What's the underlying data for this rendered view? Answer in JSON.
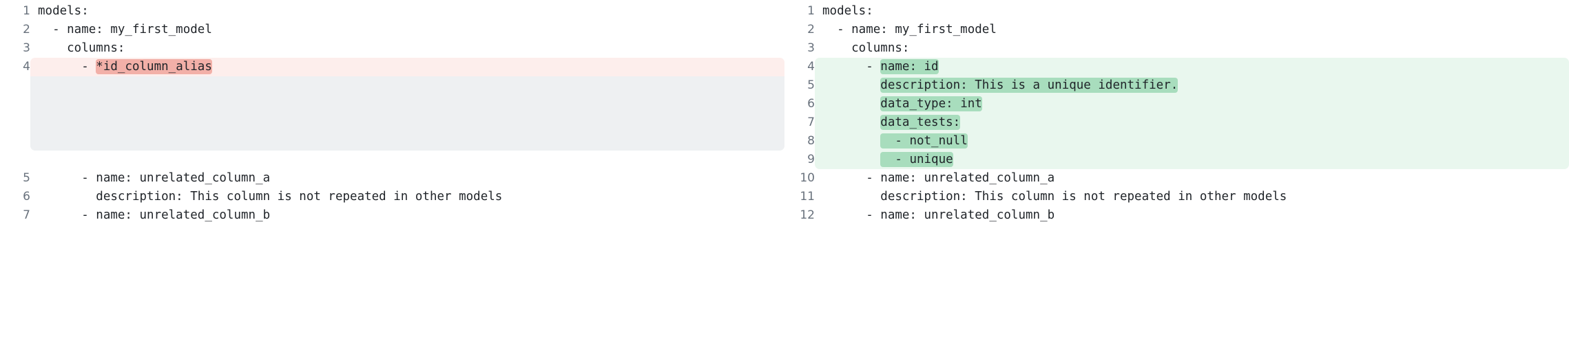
{
  "view": {
    "type": "split-diff",
    "colors": {
      "removed_row_bg": "#fdeeec",
      "removed_word_bg": "#f2b0a8",
      "added_row_bg": "#e9f7ee",
      "added_word_bg": "#a8ddbd",
      "filler_bg": "#eef0f2",
      "line_number": "#68717c",
      "code_text": "#1f2328",
      "page_bg": "#ffffff"
    }
  },
  "left_pane": {
    "name": "before",
    "lines": [
      {
        "number": "1",
        "type": "context",
        "text": "models:",
        "highlight": null
      },
      {
        "number": "2",
        "type": "context",
        "text": "  - name: my_first_model",
        "highlight": null
      },
      {
        "number": "3",
        "type": "context",
        "text": "    columns:",
        "highlight": null
      },
      {
        "number": "4",
        "type": "removed",
        "text": "      - *id_column_alias",
        "prefix": "      - ",
        "highlight": "*id_column_alias"
      },
      {
        "number": "5",
        "type": "context",
        "text": "      - name: unrelated_column_a",
        "highlight": null
      },
      {
        "number": "6",
        "type": "context",
        "text": "        description: This column is not repeated in other models",
        "highlight": null
      },
      {
        "number": "7",
        "type": "context",
        "text": "      - name: unrelated_column_b",
        "highlight": null
      }
    ],
    "filler_rows": 4
  },
  "right_pane": {
    "name": "after",
    "lines": [
      {
        "number": "1",
        "type": "context",
        "text": "models:",
        "highlight": null
      },
      {
        "number": "2",
        "type": "context",
        "text": "  - name: my_first_model",
        "highlight": null
      },
      {
        "number": "3",
        "type": "context",
        "text": "    columns:",
        "highlight": null
      },
      {
        "number": "4",
        "type": "added",
        "text": "      - name: id",
        "prefix": "      - ",
        "highlight": "name: id"
      },
      {
        "number": "5",
        "type": "added",
        "text": "        description: This is a unique identifier.",
        "prefix": "        ",
        "highlight": "description: This is a unique identifier."
      },
      {
        "number": "6",
        "type": "added",
        "text": "        data_type: int",
        "prefix": "        ",
        "highlight": "data_type: int"
      },
      {
        "number": "7",
        "type": "added",
        "text": "        data_tests:",
        "prefix": "        ",
        "highlight": "data_tests:"
      },
      {
        "number": "8",
        "type": "added",
        "text": "          - not_null",
        "prefix": "        ",
        "highlight": "  - not_null"
      },
      {
        "number": "9",
        "type": "added",
        "text": "          - unique",
        "prefix": "        ",
        "highlight": "  - unique"
      },
      {
        "number": "10",
        "type": "context",
        "text": "      - name: unrelated_column_a",
        "highlight": null
      },
      {
        "number": "11",
        "type": "context",
        "text": "        description: This column is not repeated in other models",
        "highlight": null
      },
      {
        "number": "12",
        "type": "context",
        "text": "      - name: unrelated_column_b",
        "highlight": null
      }
    ],
    "filler_rows": 0
  }
}
